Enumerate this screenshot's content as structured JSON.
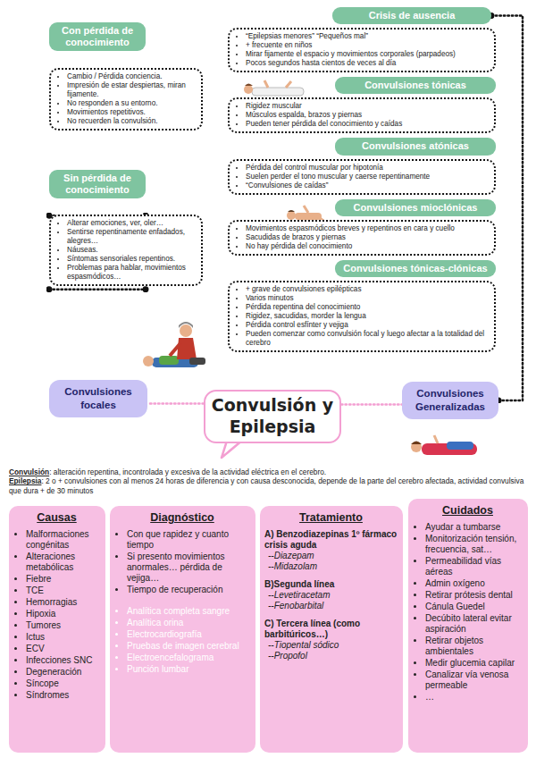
{
  "diagram": {
    "nodes": [
      {
        "text": [
          "Con pérdida de conocimiento"
        ]
      },
      {
        "text": [
          "Cambio / Pérdida conciencia.",
          "Impresión de estar despiertas, miran fijamente.",
          "No responden a su entorno.",
          "Movimientos repetitivos.",
          "No recuerden la convulsión."
        ]
      },
      {
        "text": [
          "Sin pérdida de conocimiento"
        ]
      },
      {
        "text": [
          "Alterar emociones, ver, oler…",
          "Sentirse repentinamente enfadados, alegres…",
          "Náuseas.",
          "Síntomas sensoriales repentinos.",
          "Problemas para hablar, movimientos espasmódicos…"
        ]
      },
      {
        "text": [
          "Crisis de ausencia"
        ]
      },
      {
        "text": [
          "“Epilepsias menores” “Pequeños mal”",
          "+ frecuente en niños",
          "Mirar fijamente el espacio y movimientos corporales (parpadeos)",
          "Pocos segundos hasta cientos de veces al día"
        ]
      },
      {
        "text": [
          "Convulsiones tónicas"
        ]
      },
      {
        "text": [
          "Rigidez muscular",
          "Músculos espalda, brazos y piernas",
          "Pueden tener pérdida del conocimiento y caídas"
        ]
      },
      {
        "text": [
          "Convulsiones atónicas"
        ]
      },
      {
        "text": [
          "Pérdida del control muscular por hipotonía",
          "Suelen perder el tono muscular y caerse repentinamente",
          "“Convulsiones de caídas”"
        ]
      },
      {
        "text": [
          "Convulsiones mioclónicas"
        ]
      },
      {
        "text": [
          "Movimientos espasmódicos breves y repentinos en cara y cuello",
          "Sacudidas de brazos y piernas",
          "No hay pérdida del conocimiento"
        ]
      },
      {
        "text": [
          "Convulsiones tónicas-clónicas"
        ]
      },
      {
        "text": [
          "+ grave de convulsiones epilépticas",
          "Varios minutos",
          "Pérdida repentina del conocimiento",
          "Rigidez, sacudidas, morder la lengua",
          "Pérdida control esfínter y vejiga",
          "Pueden comenzar como convulsión focal y luego afectar a la totalidad del cerebro"
        ]
      },
      {
        "text": [
          "Convulsiones focales"
        ]
      },
      {
        "text": [
          "Convulsión y Epilepsia"
        ]
      },
      {
        "text": [
          "Convulsiones Generalizadas"
        ]
      },
      {
        "text": [
          "Causas",
          "Malformaciones congénitas",
          "Alteraciones metabólicas",
          "Fiebre",
          "TCE",
          "Hemorragias",
          "Hipoxia",
          "Tumores",
          "Ictus",
          "ECV",
          "Infecciones SNC",
          "Degeneración",
          "Síncope",
          "Síndromes"
        ]
      },
      {
        "text": [
          "Diagnóstico",
          "Con que rapidez y cuanto tiempo",
          "Si presento movimientos anormales… pérdida de vejiga…",
          "Tiempo de recuperación",
          "Analítica completa sangre",
          "Analítica orina",
          "Electrocardiografía",
          "Pruebas de imagen cerebral",
          "Electroencefalograma",
          "Punción lumbar"
        ]
      },
      {
        "text": [
          "Tratamiento",
          "A) Benzodiazepinas 1º fármaco crisis aguda",
          "--Diazepam",
          "--Midazolam",
          "B)Segunda línea",
          "--Levetiracetam",
          "--Fenobarbital",
          "C) Tercera línea (como barbitúricos…)",
          "--Tiopental sódico",
          "--Propofol"
        ]
      },
      {
        "text": [
          "Cuidados",
          "Ayudar a tumbarse",
          "Monitorización tensión, frecuencia, sat…",
          "Permeabilidad vías aéreas",
          "Admin oxígeno",
          "Retirar prótesis dental",
          "Cánula Guedel",
          "Decúbito lateral evitar aspiración",
          "Retirar objetos ambientales",
          "Medir glucemia capilar",
          "Canalizar vía venosa permeable",
          "…"
        ]
      }
    ],
    "edges": [
      {
        "from": 14,
        "to": 0,
        "arrow": "none"
      },
      {
        "from": 14,
        "to": 2,
        "arrow": "none"
      },
      {
        "from": 16,
        "to": 4,
        "arrow": "none"
      },
      {
        "from": 15,
        "to": 14,
        "arrow": "none"
      },
      {
        "from": 15,
        "to": 16,
        "arrow": "none"
      }
    ],
    "labels": [
      "Convulsión",
      ": alteración repentina, incontrolada y excesiva de la actividad eléctrica en el cerebro.",
      "Epilepsia",
      ": 2 o + convulsiones con al menos 24 horas de diferencia y con causa desconocida, depende de la parte del cerebro afectada, actividad convulsiva que dura + de 30 minutos"
    ]
  }
}
